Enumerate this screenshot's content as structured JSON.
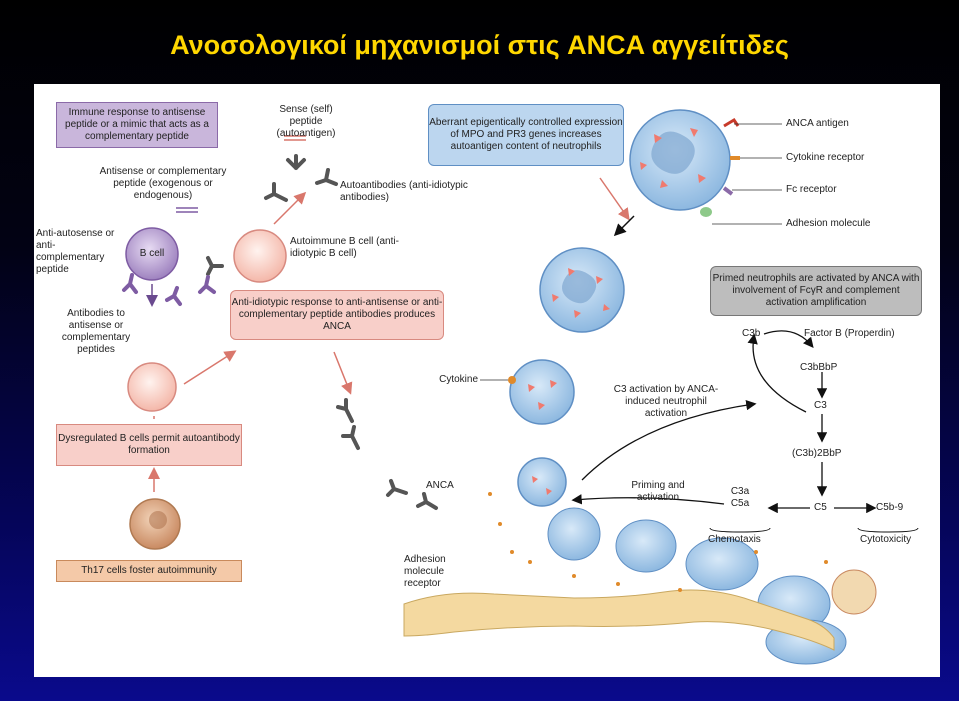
{
  "slide": {
    "title": "Ανοσολογικοί μηχανισμοί στις ANCA αγγειίτιδες"
  },
  "boxes": {
    "immune_response": "Immune response to antisense peptide or a mimic that acts as a complementary peptide",
    "aberrant": "Aberrant epigentically controlled expression of MPO and PR3 genes increases autoantigen content of neutrophils",
    "anti_idiotypic": "Anti-idiotypic response to anti-antisense or anti-complementary peptide antibodies produces ANCA",
    "dysregulated": "Dysregulated B cells permit autoantibody formation",
    "th17": "Th17 cells foster autoimmunity",
    "primed": "Primed neutrophils are activated by ANCA with involvement of FcγR and complement activation amplification"
  },
  "labels": {
    "sense": "Sense (self) peptide (autoantigen)",
    "antisense": "Antisense or complementary peptide (exogenous or endogenous)",
    "autoantibodies": "Autoantibodies (anti-idiotypic antibodies)",
    "anti_autosense": "Anti-autosense or anti- complementary peptide",
    "b_cell": "B cell",
    "autoimmune_b": "Autoimmune B cell (anti-idiotypic B cell)",
    "antibodies_to": "Antibodies to antisense or complementary peptides",
    "anca_antigen": "ANCA antigen",
    "cytokine_receptor": "Cytokine receptor",
    "fc_receptor": "Fc receptor",
    "adhesion_molecule": "Adhesion molecule",
    "cytokine": "Cytokine",
    "c3_activation": "C3 activation by ANCA-induced neutrophil activation",
    "anca": "ANCA",
    "priming": "Priming and activation",
    "c3b": "C3b",
    "factor_b": "Factor B (Properdin)",
    "c3bbbp": "C3bBbP",
    "c3": "C3",
    "c3b2bbp": "(C3b)2BbP",
    "c5": "C5",
    "c3a_c5a": "C3a C5a",
    "chemotaxis": "Chemotaxis",
    "c5b9": "C5b-9",
    "cytotoxicity": "Cytotoxicity",
    "adhesion_receptor": "Adhesion molecule receptor"
  },
  "colors": {
    "title": "#ffd700",
    "purple_box": "#c9b6db",
    "pink_box": "#f8cfc9",
    "blue_box": "#bcd6ef",
    "gray_box": "#bdbdbd",
    "tan_box": "#f4c9a8",
    "neutrophil": "#b9d7f0",
    "granule": "#f07a6e",
    "arrow_pink": "#d9776c",
    "endothelium": "#f4d9a0"
  }
}
